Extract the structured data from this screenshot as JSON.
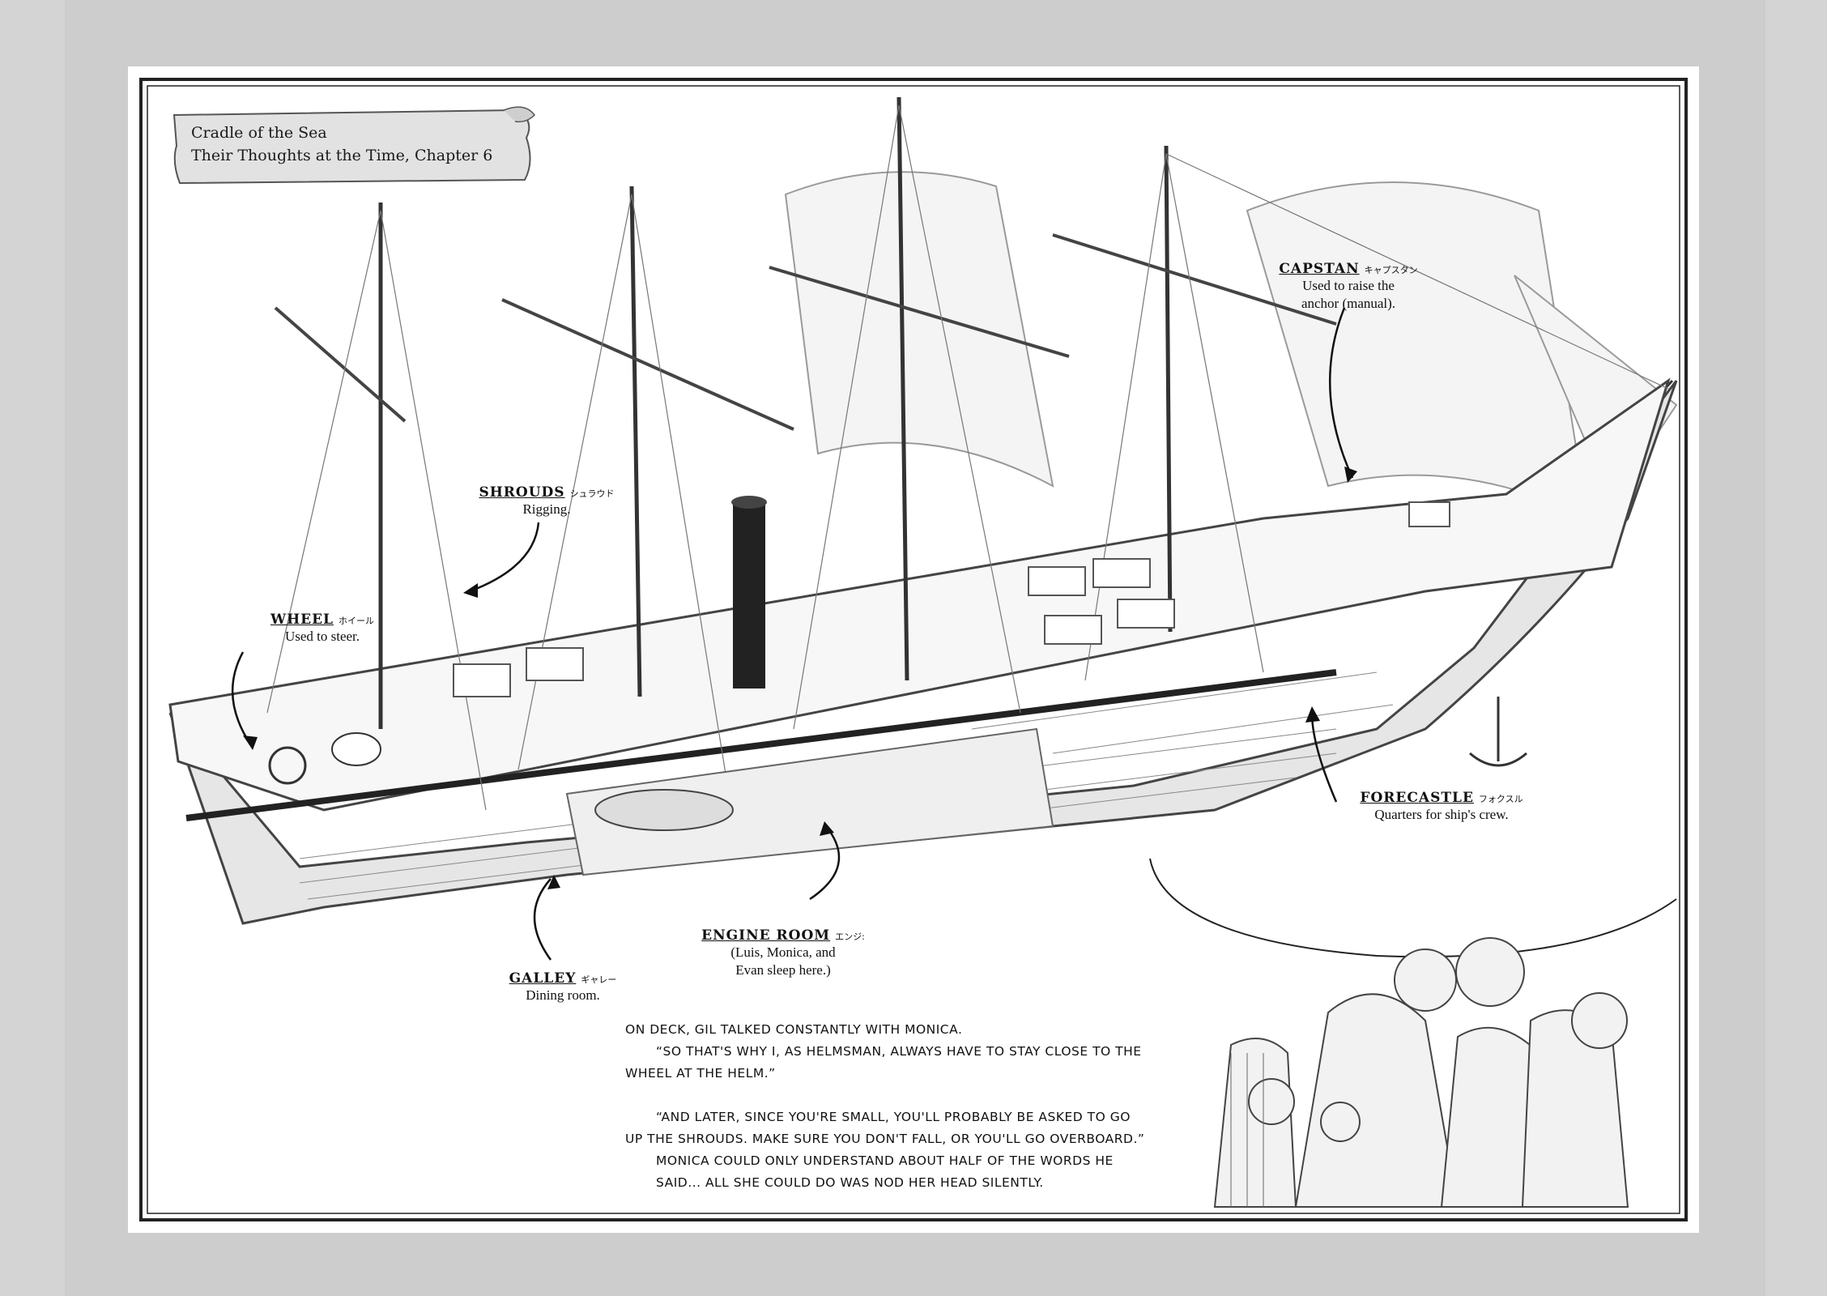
{
  "title_lines": [
    "Cradle of the Sea",
    "Their Thoughts at the Time, Chapter 6"
  ],
  "labels": {
    "capstan": {
      "head": "CAPSTAN",
      "kana": "キャプスタン",
      "desc": [
        "Used to raise the",
        "anchor (manual)."
      ]
    },
    "shrouds": {
      "head": "SHROUDS",
      "kana": "シュラウド",
      "desc": [
        "Rigging."
      ]
    },
    "wheel": {
      "head": "WHEEL",
      "kana": "ホイール",
      "desc": [
        "Used to steer."
      ]
    },
    "forecastle": {
      "head": "FORECASTLE",
      "kana": "フォクスル",
      "desc": [
        "Quarters for ship's crew."
      ]
    },
    "engine_room": {
      "head": "ENGINE ROOM",
      "kana": "エンジ:",
      "desc": [
        "(Luis, Monica, and",
        "Evan sleep here.)"
      ]
    },
    "galley": {
      "head": "GALLEY",
      "kana": "ギャレー",
      "desc": [
        "Dining room."
      ]
    }
  },
  "narration": [
    "ON DECK, GIL TALKED CONSTANTLY WITH MONICA.",
    "“SO THAT'S WHY I, AS HELMSMAN, ALWAYS HAVE TO STAY CLOSE TO THE",
    "WHEEL AT THE HELM.”",
    "“AND LATER, SINCE YOU'RE SMALL, YOU'LL PROBABLY BE ASKED TO GO",
    "UP THE SHROUDS.  MAKE SURE YOU DON'T FALL, OR YOU'LL GO OVERBOARD.”",
    "MONICA COULD ONLY UNDERSTAND ABOUT HALF OF THE WORDS HE",
    "SAID... ALL SHE COULD DO WAS NOD HER HEAD SILENTLY."
  ]
}
